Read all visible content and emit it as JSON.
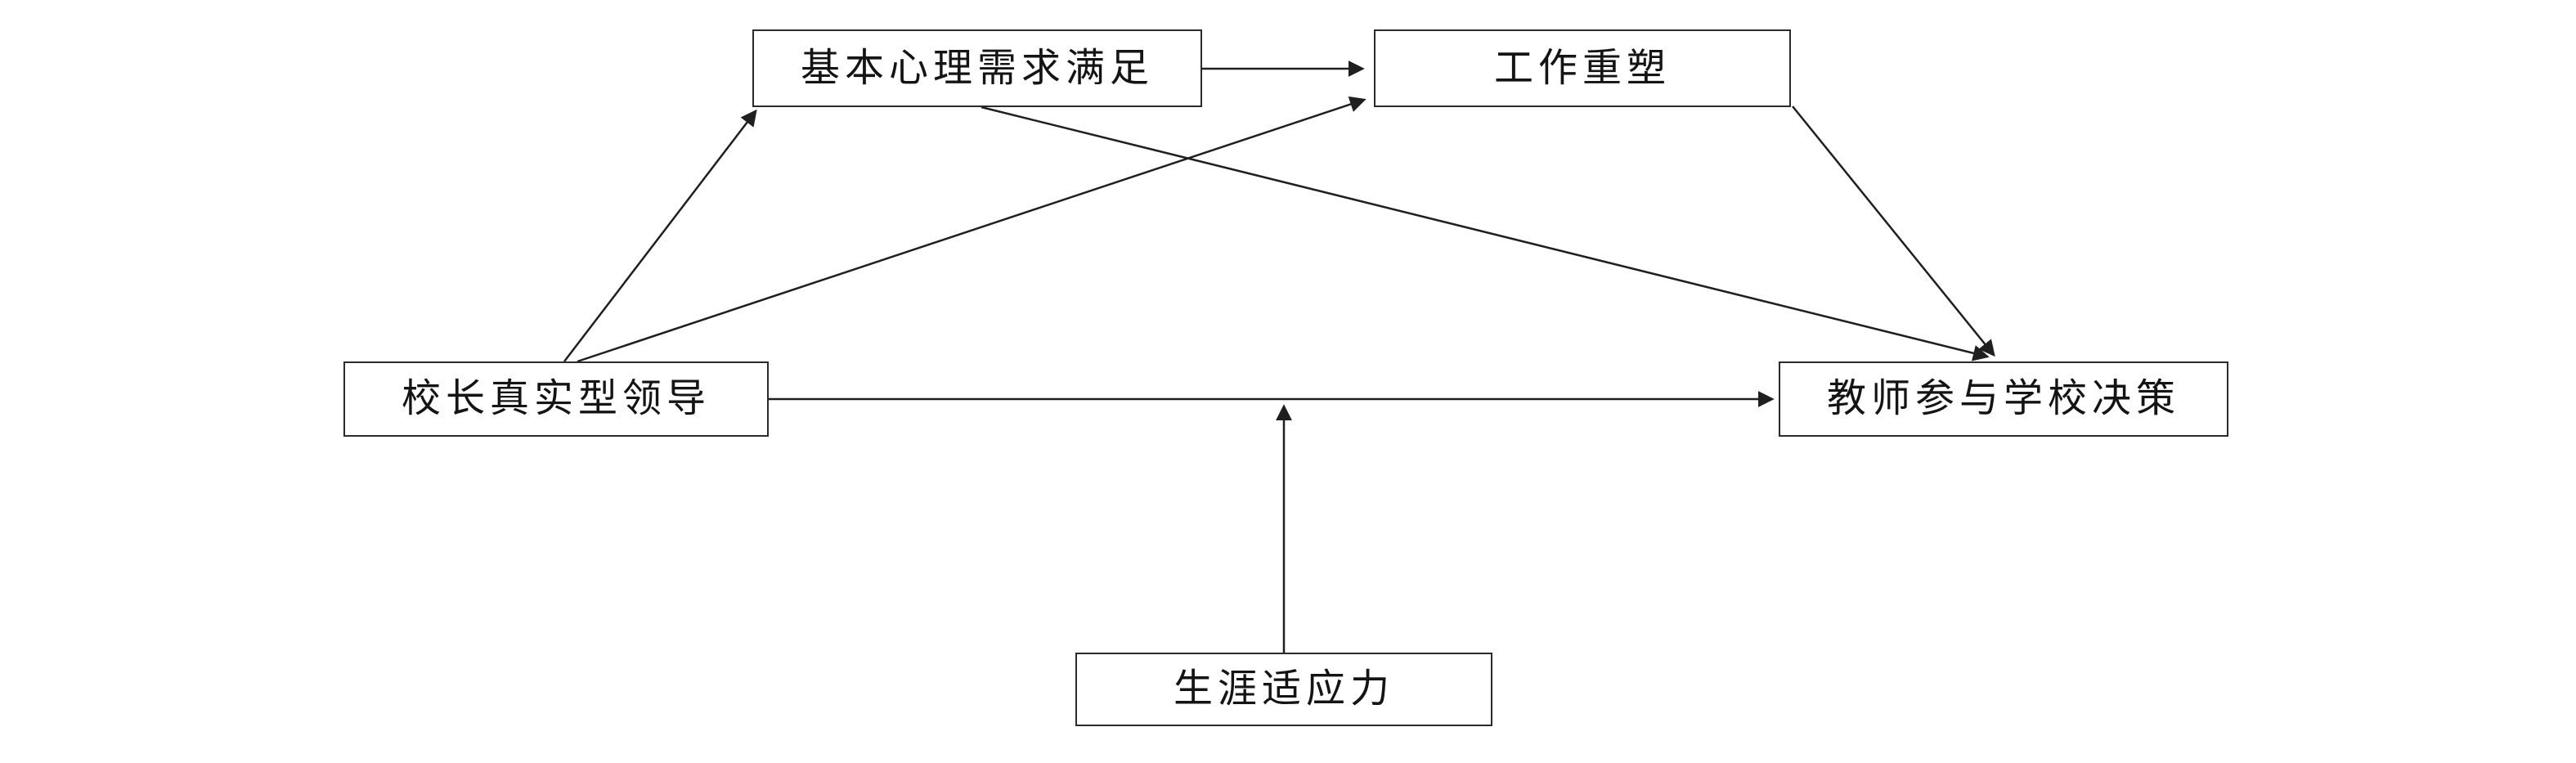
{
  "diagram": {
    "background_color": "#ffffff",
    "line_color": "#1f1f1f",
    "box_border_color": "#2b2b2b",
    "text_color": "#141414",
    "nodes": {
      "needs": {
        "label": "基本心理需求满足"
      },
      "crafting": {
        "label": "工作重塑"
      },
      "leadership": {
        "label": "校长真实型领导"
      },
      "decision": {
        "label": "教师参与学校决策"
      },
      "career": {
        "label": "生涯适应力"
      }
    },
    "edges": [
      {
        "from": "基本心理需求满足",
        "to": "工作重塑",
        "type": "direct"
      },
      {
        "from": "校长真实型领导",
        "to": "基本心理需求满足",
        "type": "direct"
      },
      {
        "from": "校长真实型领导",
        "to": "工作重塑",
        "type": "direct"
      },
      {
        "from": "基本心理需求满足",
        "to": "教师参与学校决策",
        "type": "direct"
      },
      {
        "from": "工作重塑",
        "to": "教师参与学校决策",
        "type": "direct"
      },
      {
        "from": "校长真实型领导",
        "to": "教师参与学校决策",
        "type": "direct"
      },
      {
        "from": "生涯适应力",
        "to": "校长真实型领导→教师参与学校决策",
        "type": "moderation"
      }
    ]
  }
}
